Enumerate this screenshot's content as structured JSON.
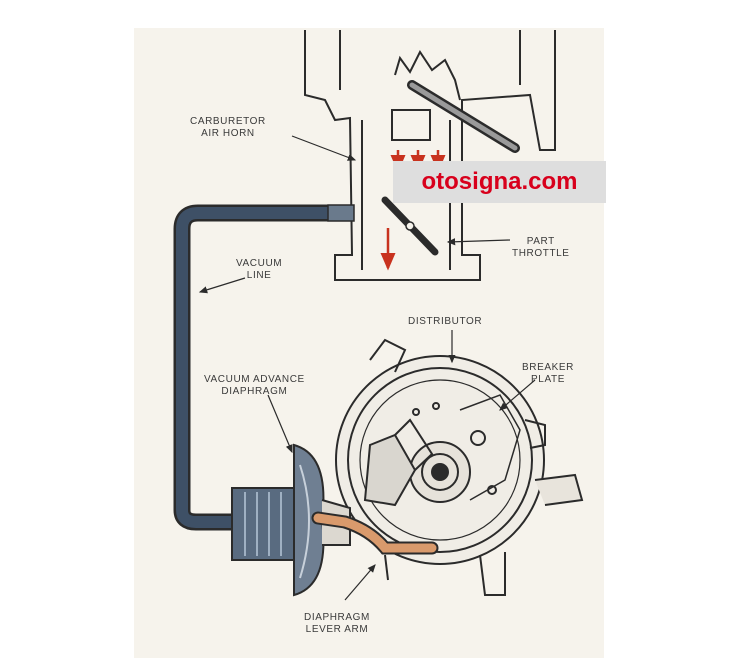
{
  "labels": {
    "carburetor_air_horn": [
      "CARBURETOR",
      "AIR HORN"
    ],
    "vacuum_line": [
      "VACUUM",
      "LINE"
    ],
    "part_throttle": [
      "PART",
      "THROTTLE"
    ],
    "distributor": "DISTRIBUTOR",
    "breaker_plate": [
      "BREAKER",
      "PLATE"
    ],
    "vacuum_advance_diaphragm": [
      "VACUUM ADVANCE",
      "DIAPHRAGM"
    ],
    "diaphragm_lever_arm": [
      "DIAPHRAGM",
      "LEVER ARM"
    ]
  },
  "watermark": {
    "text": "otosigna.com",
    "text_color": "#d8001c",
    "box_color": "#dedede"
  },
  "colors": {
    "paper": "#f6f3ec",
    "line_art": "#2b2b2b",
    "vacuum_hose": "#3e5066",
    "airflow_arrows": "#c8321e",
    "lever_arm": "#d99a6c"
  }
}
